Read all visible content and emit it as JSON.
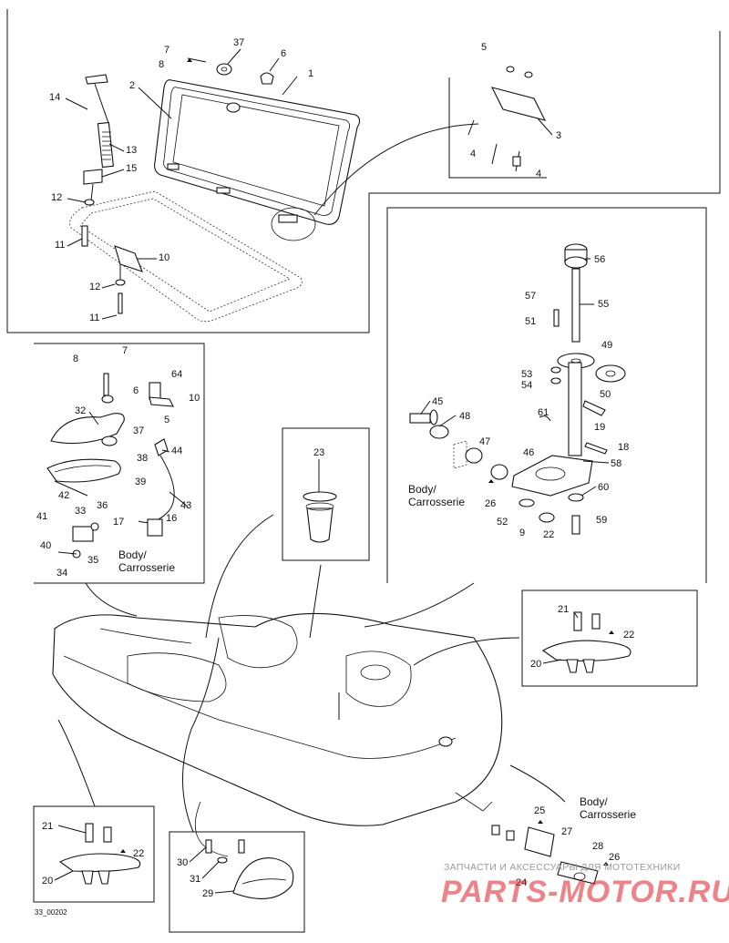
{
  "callouts": {
    "c1": "1",
    "c2": "2",
    "c3": "3",
    "c4a": "4",
    "c4b": "4",
    "c5a": "5",
    "c5b": "5",
    "c6a": "6",
    "c6b": "6",
    "c7a": "7",
    "c7b": "7",
    "c8a": "8",
    "c8b": "8",
    "c9": "9",
    "c10a": "10",
    "c10b": "10",
    "c11a": "11",
    "c11b": "11",
    "c12a": "12",
    "c12b": "12",
    "c13": "13",
    "c14": "14",
    "c15": "15",
    "c16": "16",
    "c17": "17",
    "c18": "18",
    "c19": "19",
    "c20a": "20",
    "c20b": "20",
    "c21a": "21",
    "c21b": "21",
    "c22a": "22",
    "c22b": "22",
    "c22c": "22",
    "c23": "23",
    "c24": "24",
    "c25": "25",
    "c26a": "26",
    "c26b": "26",
    "c27": "27",
    "c28": "28",
    "c29": "29",
    "c30": "30",
    "c31": "31",
    "c32": "32",
    "c33": "33",
    "c34": "34",
    "c35": "35",
    "c36": "36",
    "c37a": "37",
    "c37b": "37",
    "c38": "38",
    "c39": "39",
    "c40": "40",
    "c41": "41",
    "c42": "42",
    "c43": "43",
    "c44": "44",
    "c45": "45",
    "c46": "46",
    "c47": "47",
    "c48": "48",
    "c49": "49",
    "c50": "50",
    "c51": "51",
    "c52": "52",
    "c53": "53",
    "c54": "54",
    "c55": "55",
    "c56": "56",
    "c57": "57",
    "c58": "58",
    "c59": "59",
    "c60": "60",
    "c61": "61",
    "c64": "64"
  },
  "body_labels": {
    "left_line1": "Body/",
    "left_line2": "Carrosserie",
    "mid_line1": "Body/",
    "mid_line2": "Carrosserie",
    "right_line1": "Body/",
    "right_line2": "Carrosserie"
  },
  "figure_code": "33_00202",
  "watermark": {
    "caption": "ЗАПЧАСТИ И АКСЕССУАРЫ ДЛЯ МОТОТЕХНИКИ",
    "logo_text": "PARTS-MOTOR.RU",
    "logo_color": "#e11b22"
  },
  "colors": {
    "line": "#111111",
    "background": "#ffffff",
    "watermark_caption": "#9a9a9a"
  }
}
